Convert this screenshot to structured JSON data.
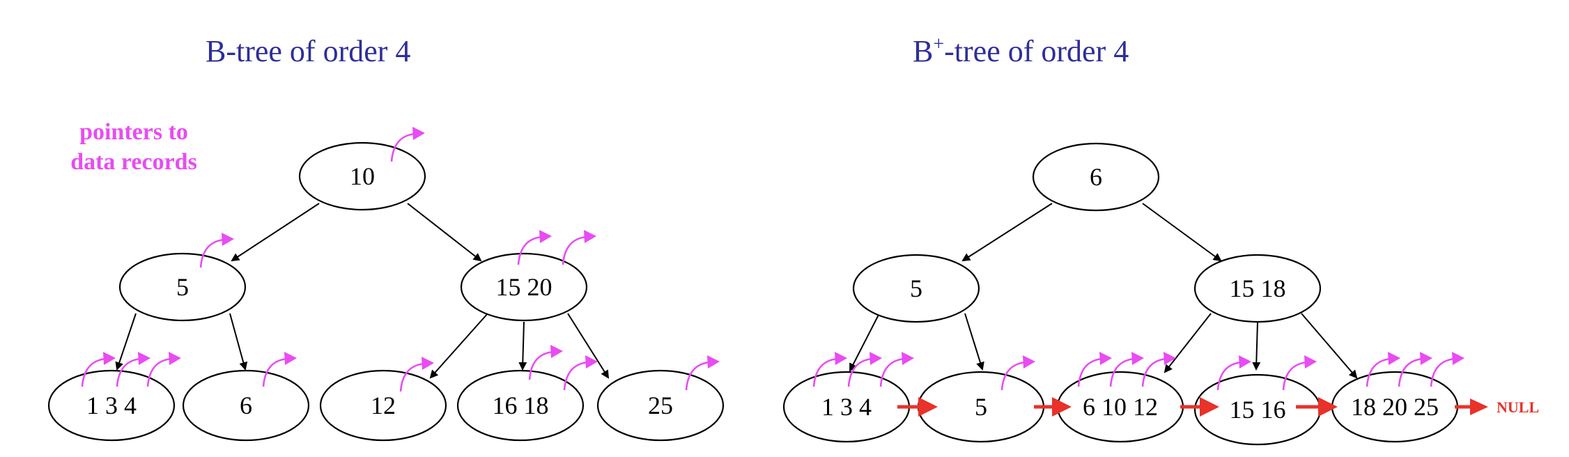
{
  "btree": {
    "title": "B-tree of order 4",
    "note_line1": "pointers to",
    "note_line2": "data records",
    "root": "10",
    "level1": [
      "5",
      "15 20"
    ],
    "leaves": [
      "1 3 4",
      "6",
      "12",
      "16 18",
      "25"
    ]
  },
  "bplustree": {
    "title_prefix": "B",
    "title_sup": "+",
    "title_suffix": "-tree of order 4",
    "root": "6",
    "level1": [
      "5",
      "15 18"
    ],
    "leaves": [
      "1 3 4",
      "5",
      "6 10 12",
      "15 16",
      "18 20 25"
    ],
    "null_label": "NULL"
  },
  "colors": {
    "title": "#2e2e9a",
    "data_pointer": "#e84cf2",
    "leaf_link": "#e8322a"
  }
}
